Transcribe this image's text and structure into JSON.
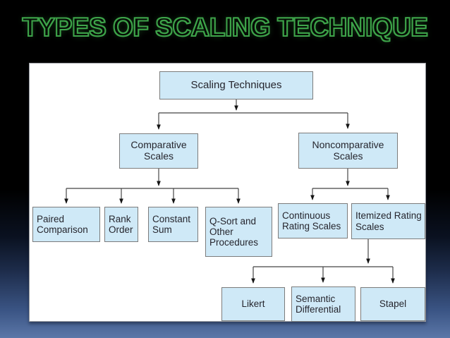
{
  "slide_title": "TYPES OF SCALING TECHNIQUE",
  "diagram": {
    "nodes": {
      "root": "Scaling Techniques",
      "comparative": "Comparative Scales",
      "noncomparative": "Noncomparative Scales",
      "paired": "Paired Comparison",
      "rank": "Rank Order",
      "constant": "Constant Sum",
      "qsort": "Q-Sort and Other Procedures",
      "continuous": "Continuous Rating Scales",
      "itemized": "Itemized Rating Scales",
      "likert": "Likert",
      "semantic": "Semantic Differential",
      "stapel": "Stapel"
    },
    "hierarchy": {
      "Scaling Techniques": [
        "Comparative Scales",
        "Noncomparative Scales"
      ],
      "Comparative Scales": [
        "Paired Comparison",
        "Rank Order",
        "Constant Sum",
        "Q-Sort and Other Procedures"
      ],
      "Noncomparative Scales": [
        "Continuous Rating Scales",
        "Itemized Rating Scales"
      ],
      "Itemized Rating Scales": [
        "Likert",
        "Semantic Differential",
        "Stapel"
      ]
    }
  },
  "colors": {
    "title_green": "#3ea44a",
    "node_fill": "#cfe9f7",
    "node_border": "#7c7c7c",
    "connector": "#454545",
    "panel": "#ffffff",
    "background_top": "#000000",
    "background_bottom": "#5b77a8"
  }
}
